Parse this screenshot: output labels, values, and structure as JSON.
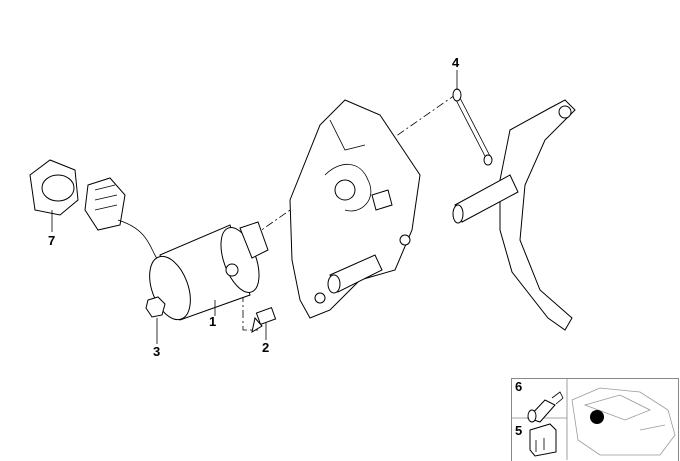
{
  "diagram": {
    "callouts": [
      {
        "id": "1",
        "part": "actuator-motor"
      },
      {
        "id": "2",
        "part": "bolt"
      },
      {
        "id": "3",
        "part": "nut"
      },
      {
        "id": "4",
        "part": "push-rod"
      },
      {
        "id": "5",
        "part": "connector-housing"
      },
      {
        "id": "6",
        "part": "terminal-pin"
      },
      {
        "id": "7",
        "part": "grommet"
      }
    ],
    "colors": {
      "line": "#000000",
      "inset_border": "#888888",
      "marker": "#000000"
    }
  }
}
